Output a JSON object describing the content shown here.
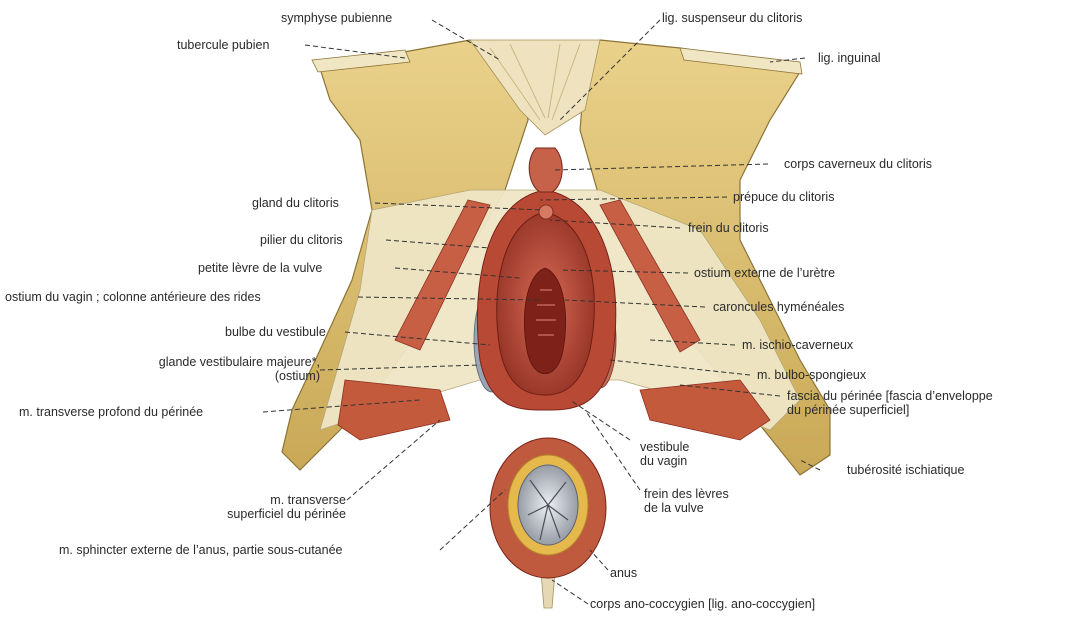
{
  "labels": {
    "symphyse_pubienne": "symphyse pubienne",
    "lig_suspenseur": "lig. suspenseur du clitoris",
    "tubercule_pubien": "tubercule pubien",
    "lig_inguinal": "lig. inguinal",
    "corps_caverneux": "corps caverneux du clitoris",
    "prepuce": "prépuce du clitoris",
    "gland": "gland du clitoris",
    "frein_clitoris": "frein du clitoris",
    "pilier": "pilier du clitoris",
    "petite_levre": "petite lèvre de la vulve",
    "ostium_uretre": "ostium externe de l’urètre",
    "ostium_vagin": "ostium du vagin ; colonne antérieure des rides",
    "caroncules": "caroncules hyménéales",
    "bulbe": "bulbe du vestibule",
    "ischio_caverneux": "m. ischio-caverneux",
    "glande_vestibulaire_1": "glande vestibulaire majeure*,",
    "glande_vestibulaire_2": "(ostium)",
    "bulbo_spongieux": "m. bulbo-spongieux",
    "fascia_1": "fascia du périnée [fascia d’enveloppe",
    "fascia_2": "du périnée superficiel]",
    "transverse_profond": "m. transverse profond du périnée",
    "vestibule_1": "vestibule",
    "vestibule_2": "du vagin",
    "tuberosite": "tubérosité ischiatique",
    "transverse_sup_1": "m. transverse",
    "transverse_sup_2": "superficiel du périnée",
    "frein_levres_1": "frein des lèvres",
    "frein_levres_2": "de la vulve",
    "sphincter": "m. sphincter externe de l’anus, partie sous-cutanée",
    "anus": "anus",
    "corps_ano": "corps ano-coccygien [lig. ano-coccygien]"
  },
  "colors": {
    "bone": "#e0c67a",
    "bone_shadow": "#b99c4e",
    "muscle": "#c45a3c",
    "muscle_dark": "#8e2f22",
    "mucosa": "#b8413a",
    "fascia": "#efe6c6",
    "fat": "#e6b94c",
    "anal_gray": "#b8bcc4",
    "text": "#2a2a2a"
  }
}
